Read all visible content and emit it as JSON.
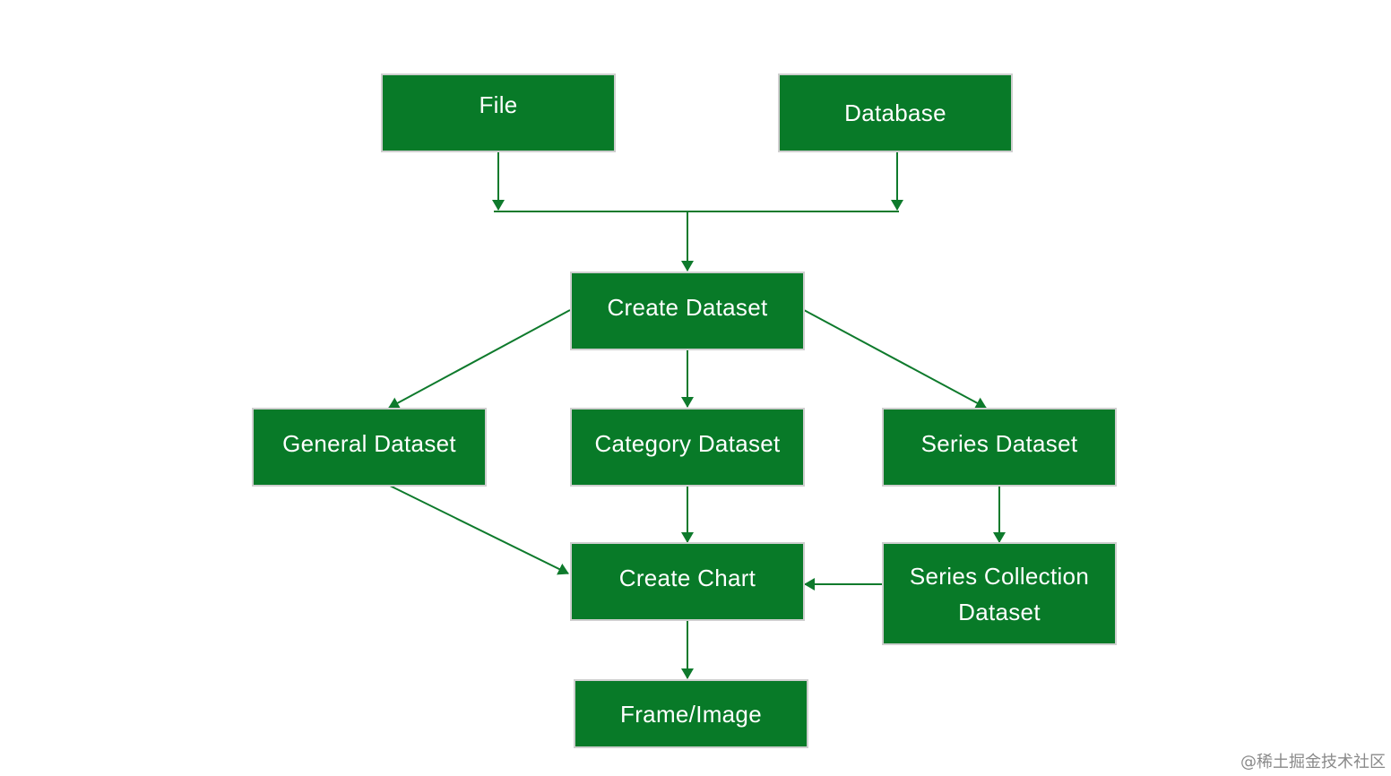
{
  "colors": {
    "node_fill": "#087a28",
    "node_border": "#cfcfcf",
    "node_text": "#ffffff",
    "connector": "#0e7a2c"
  },
  "nodes": {
    "file": "File",
    "database": "Database",
    "create_dataset": "Create Dataset",
    "general_dataset": "General Dataset",
    "category_dataset": "Category Dataset",
    "series_dataset": "Series Dataset",
    "create_chart": "Create Chart",
    "series_collection_dataset_line1": "Series Collection",
    "series_collection_dataset_line2": "Dataset",
    "frame_image": "Frame/Image"
  },
  "watermark": "@稀土掘金技术社区"
}
